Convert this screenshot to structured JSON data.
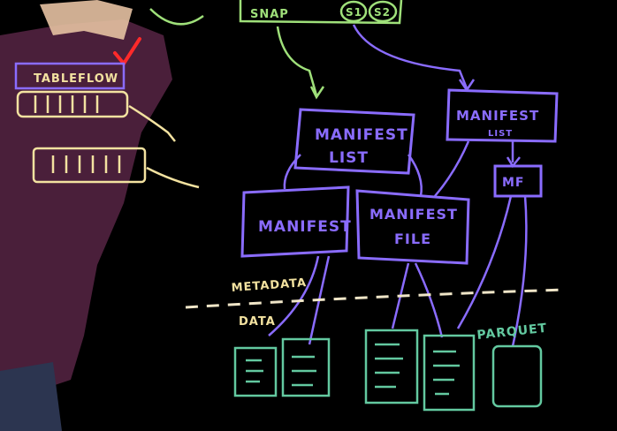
{
  "labels": {
    "tableflow": "TABLEFLOW",
    "snapshot": "SNAP",
    "s1": "S1",
    "s2": "S2",
    "manifest_list_1_line1": "MANIFEST",
    "manifest_list_1_line2": "LIST",
    "manifest_list_2_line1": "MANIFEST",
    "manifest_list_2_line2": "LIST",
    "mf": "MF",
    "manifest": "MANIFEST",
    "manifest_file_line1": "MANIFEST",
    "manifest_file_line2": "FILE",
    "metadata": "METADATA",
    "data": "DATA",
    "parquet": "PARQUET"
  },
  "colors": {
    "green": "#9fe07a",
    "purple": "#8a6cff",
    "yellow": "#f3e2a0",
    "teal": "#63c9a0",
    "red": "#ff2a2a",
    "dash": "#f0e6c8",
    "person": "#4a1f3a",
    "skin": "#e6c1a2"
  }
}
